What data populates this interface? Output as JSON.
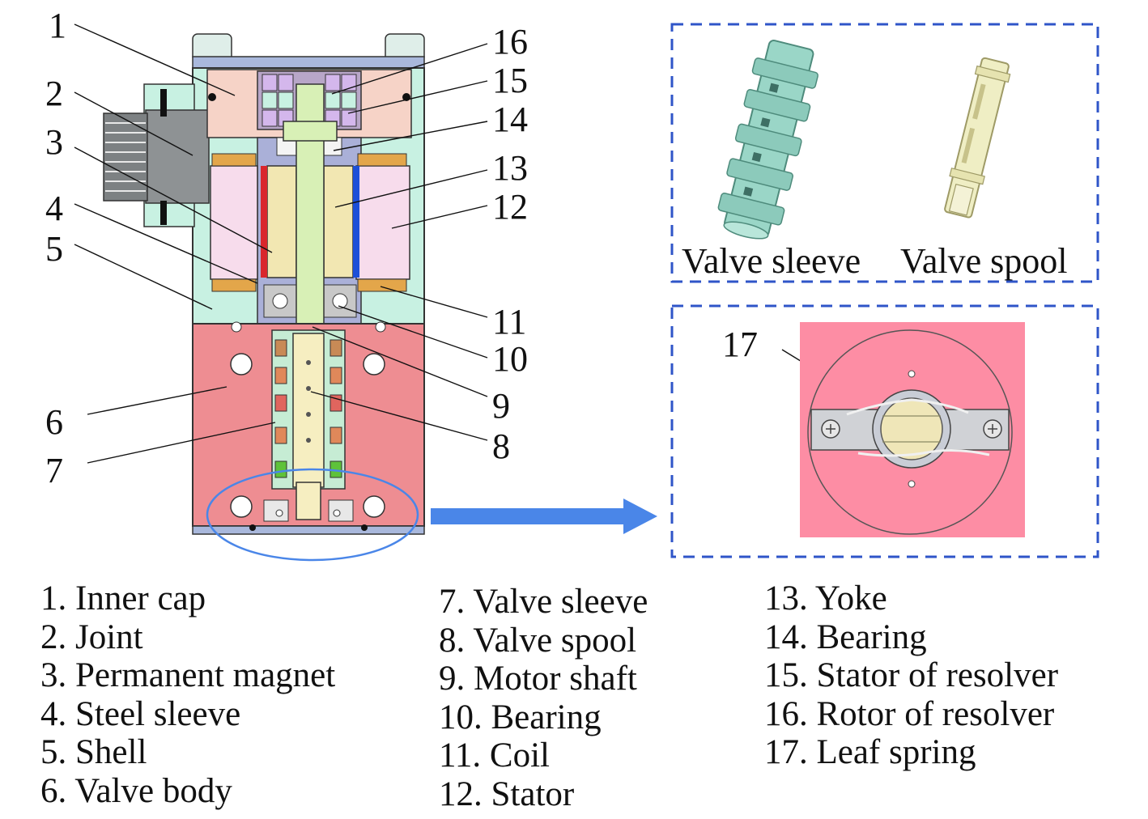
{
  "callouts": {
    "n1": "1",
    "n2": "2",
    "n3": "3",
    "n4": "4",
    "n5": "5",
    "n6": "6",
    "n7": "7",
    "n8": "8",
    "n9": "9",
    "n10": "10",
    "n11": "11",
    "n12": "12",
    "n13": "13",
    "n14": "14",
    "n15": "15",
    "n16": "16",
    "n17": "17"
  },
  "insets": {
    "valve_sleeve": "Valve sleeve",
    "valve_spool": "Valve spool"
  },
  "legend": {
    "col1": [
      "1. Inner cap",
      "2. Joint",
      "3. Permanent magnet",
      "4. Steel sleeve",
      "5. Shell",
      "6. Valve body"
    ],
    "col2": [
      "7. Valve sleeve",
      "8. Valve spool",
      "9. Motor shaft",
      "10. Bearing",
      "11. Coil",
      "12. Stator"
    ],
    "col3": [
      "13. Yoke",
      "14. Bearing",
      "15. Stator of resolver",
      "16. Rotor of resolver",
      "17. Leaf spring"
    ]
  },
  "colors": {
    "shell": "#c8f1e2",
    "inner_cap": "#f6d3c7",
    "valve_body": "#ee8d92",
    "stator": "#f7dcec",
    "yoke": "#f2e7b2",
    "shaft": "#d8f0b6",
    "joint": "#8e9294",
    "frame_blue": "#2f55c8",
    "arrow_blue": "#4a86e8",
    "leaf_spring_bg": "#fd8da4",
    "sleeve_part": "#9ad6c7",
    "spool_part": "#efeec4"
  }
}
